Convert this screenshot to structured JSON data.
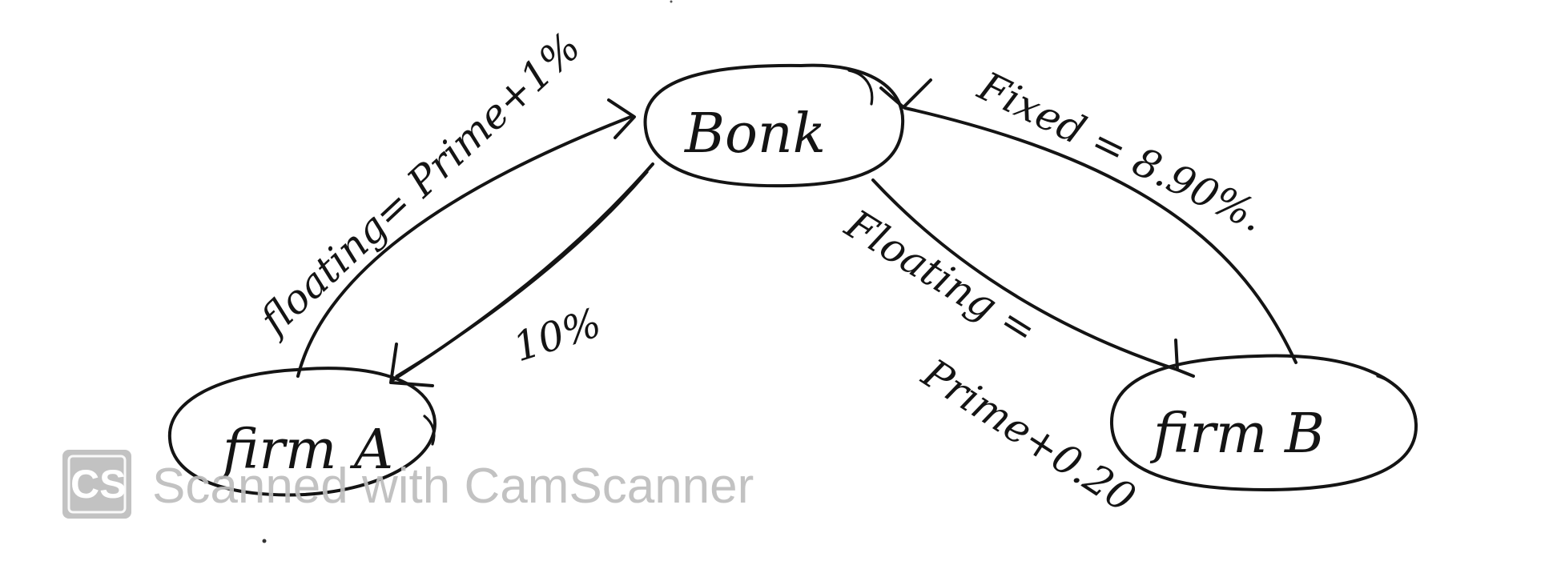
{
  "nodes": {
    "bank": "Bonk",
    "firm_a": "firm A",
    "firm_b": "firm B"
  },
  "edges": {
    "a_to_bank": "floating= Prime+1%",
    "bank_to_a": "10%",
    "b_to_bank": "Fixed = 8.90%.",
    "bank_to_b_line1": "Floating =",
    "bank_to_b_line2": "Prime+0.20"
  },
  "watermark": {
    "logo": "CS",
    "text": "Scanned with CamScanner"
  },
  "colors": {
    "ink": "#141414",
    "watermark": "#bdbdbd",
    "background": "#ffffff"
  }
}
